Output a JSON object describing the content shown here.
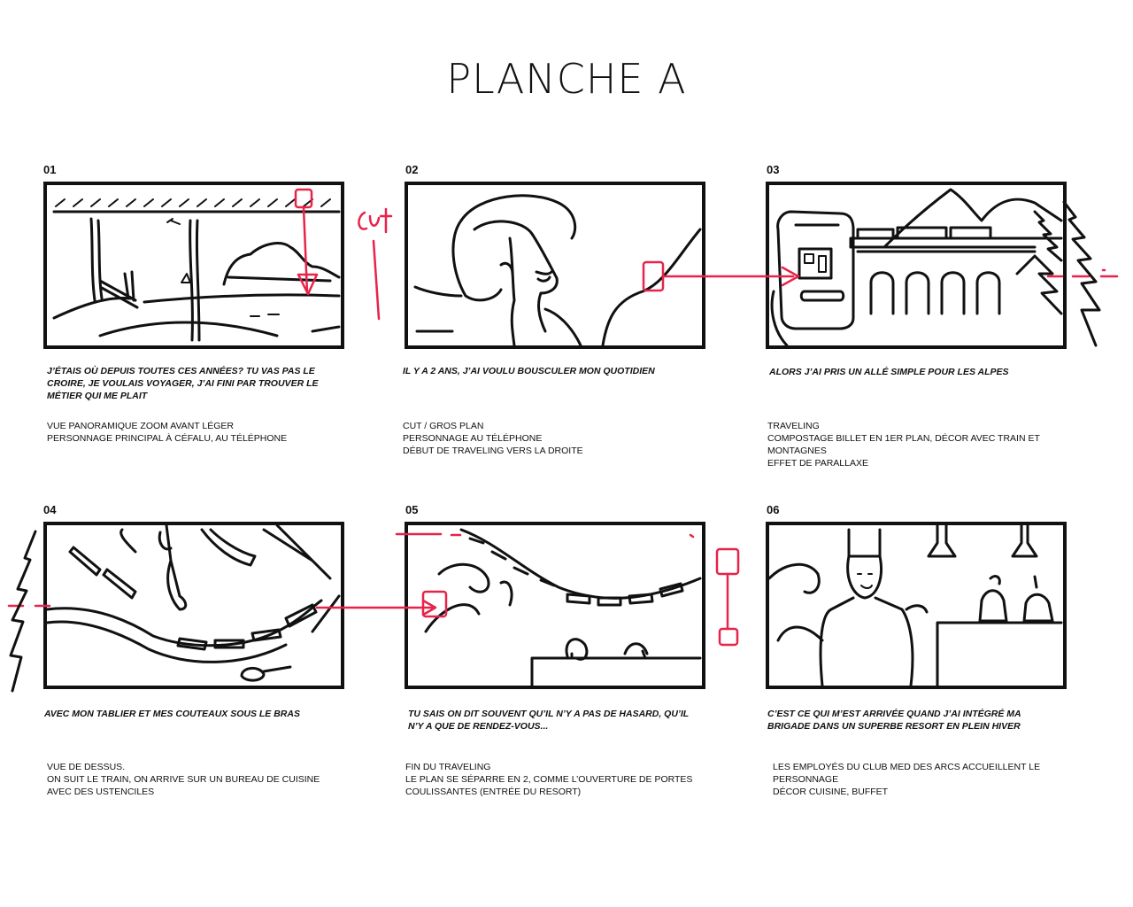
{
  "title": "PLANCHE A",
  "accent_color": "#e8234a",
  "ink_color": "#111111",
  "panels": [
    {
      "number": "01",
      "dialogue": "J’ÉTAIS OÙ DEPUIS TOUTES CES ANNÉES? TU VAS PAS LE CROIRE, JE VOULAIS VOYAGER, J’AI FINI PAR TROUVER LE MÉTIER QUI ME PLAIT",
      "notes": [
        "VUE PANORAMIQUE ZOOM AVANT LÉGER",
        "PERSONNAGE PRINCIPAL À CÉFALU, AU TÉLÉPHONE"
      ]
    },
    {
      "number": "02",
      "dialogue": "IL Y A 2 ANS, J’AI VOULU  BOUSCULER MON QUOTIDIEN",
      "notes": [
        "CUT / GROS PLAN",
        "PERSONNAGE AU TÉLÉPHONE",
        "DÉBUT DE TRAVELING VERS LA DROITE"
      ]
    },
    {
      "number": "03",
      "dialogue": "ALORS J’AI PRIS UN ALLÉ SIMPLE POUR LES ALPES",
      "notes": [
        "TRAVELING",
        "COMPOSTAGE BILLET EN 1ER PLAN, DÉCOR AVEC TRAIN ET MONTAGNES",
        "EFFET DE PARALLAXE"
      ]
    },
    {
      "number": "04",
      "dialogue": "AVEC MON TABLIER ET MES COUTEAUX SOUS LE BRAS",
      "notes": [
        "VUE DE DESSUS.",
        "ON SUIT LE TRAIN, ON ARRIVE SUR UN BUREAU DE CUISINE AVEC DES USTENCILES"
      ]
    },
    {
      "number": "05",
      "dialogue": " TU SAIS ON DIT SOUVENT QU’IL N’Y A PAS DE HASARD, QU’IL N’Y A QUE DE RENDEZ-VOUS...",
      "notes": [
        "FIN DU TRAVELING",
        "LE PLAN SE SÉPARRE EN 2, COMME L’OUVERTURE DE PORTES COULISSANTES (ENTRÉE DU RESORT)"
      ]
    },
    {
      "number": "06",
      "dialogue": "C’EST CE QUI M’EST ARRIVÉE QUAND J’AI INTÉGRÉ MA BRIGADE DANS UN SUPERBE RESORT EN PLEIN HIVER",
      "notes": [
        "LES EMPLOYÉS DU CLUB MED DES ARCS ACCUEILLENT LE PERSONNAGE",
        "DÉCOR CUISINE, BUFFET"
      ]
    }
  ]
}
